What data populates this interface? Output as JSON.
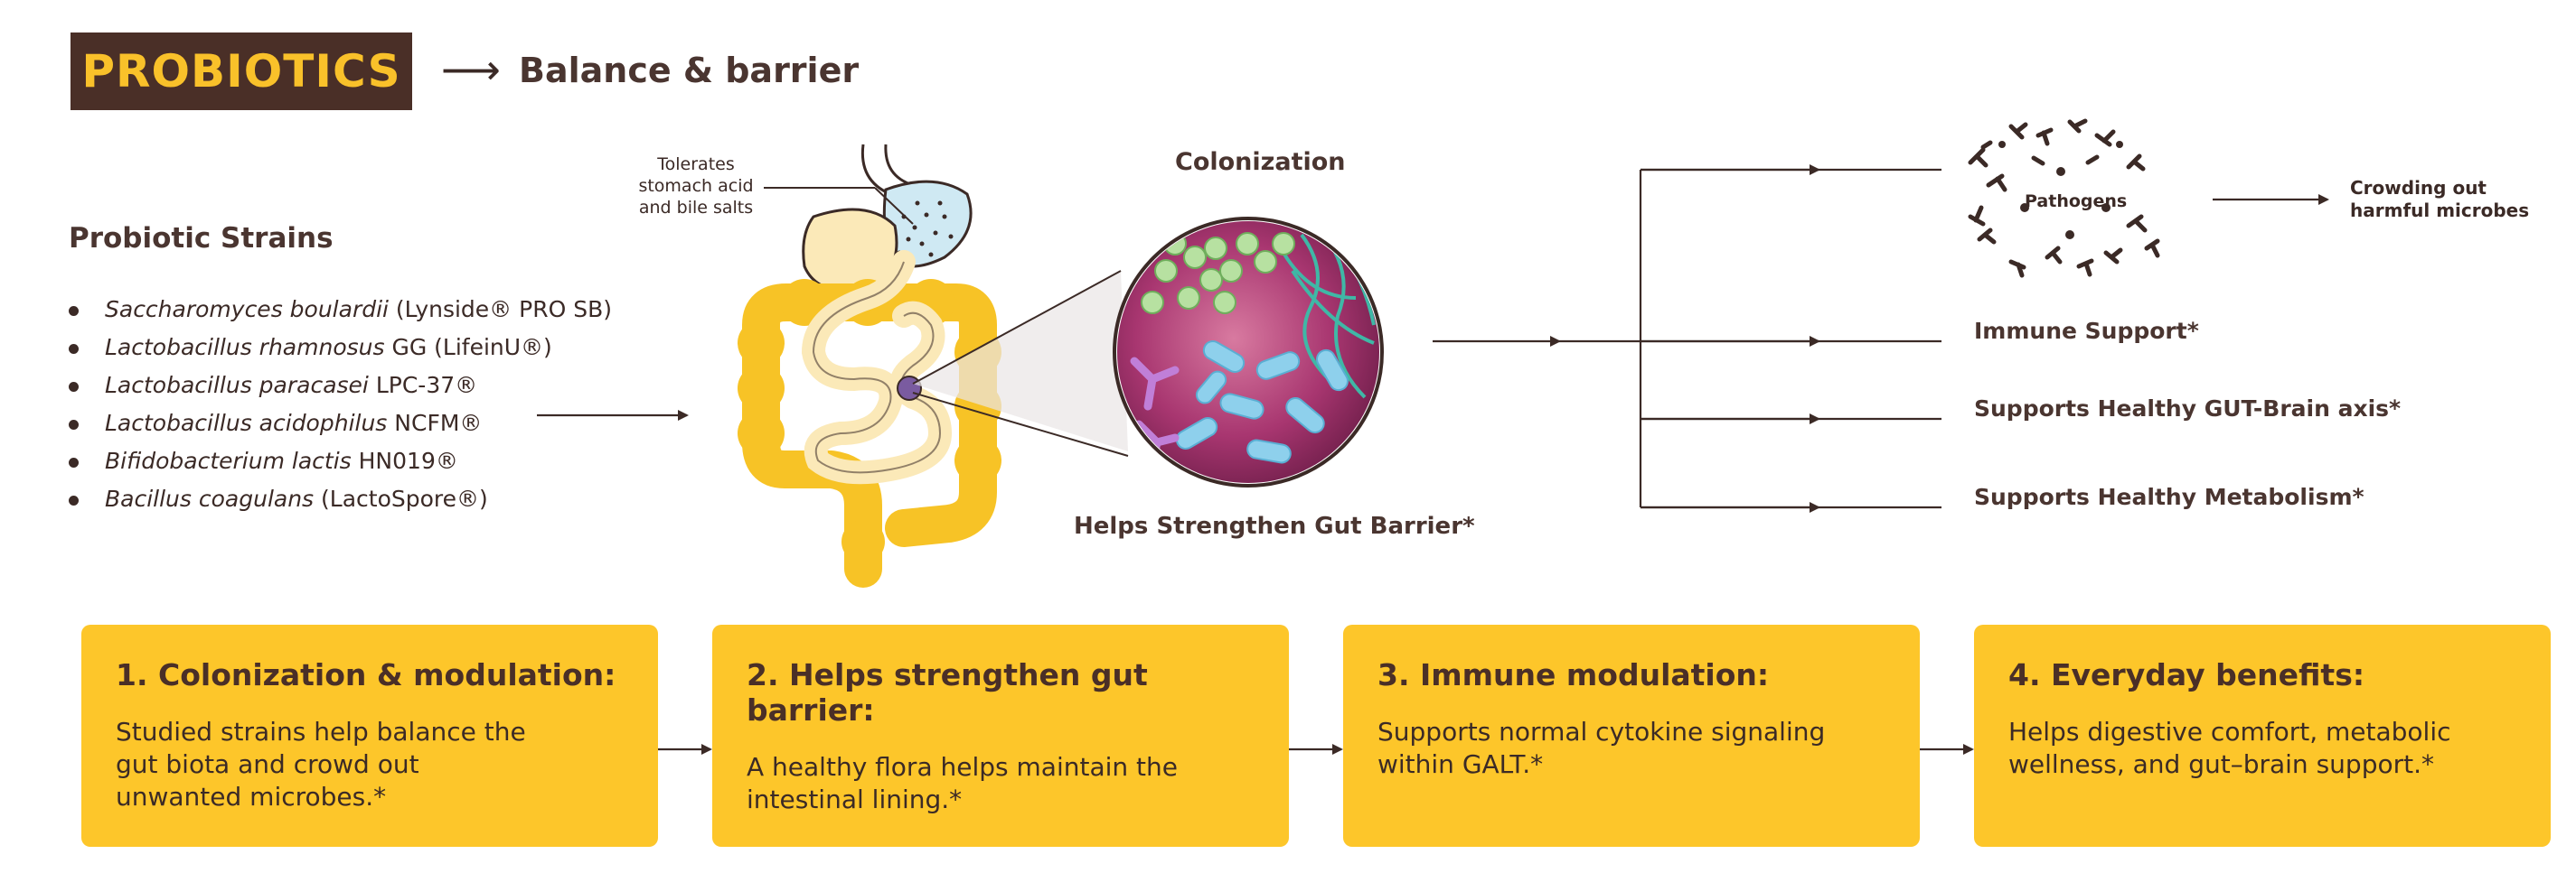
{
  "header": {
    "title": "PROBIOTICS",
    "subtitle": "Balance & barrier"
  },
  "strains": {
    "title": "Probiotic Strains",
    "items": [
      {
        "species": "Saccharomyces boulardii",
        "detail": " (Lynside® PRO SB)"
      },
      {
        "species": "Lactobacillus rhamnosus",
        "detail": " GG (LifeinU®)"
      },
      {
        "species": "Lactobacillus paracasei",
        "detail": " LPC-37®"
      },
      {
        "species": "Lactobacillus acidophilus",
        "detail": " NCFM®"
      },
      {
        "species": "Bifidobacterium lactis",
        "detail": " HN019®"
      },
      {
        "species": "Bacillus coagulans",
        "detail": " (LactoSpore®)"
      }
    ]
  },
  "diagram": {
    "stomach_note_lines": [
      "Tolerates",
      "stomach acid",
      "and bile salts"
    ],
    "colonization_label": "Colonization",
    "gut_barrier_label": "Helps Strengthen Gut Barrier*",
    "pathogens_label": "Pathogens",
    "crowding_lines": [
      "Crowding out",
      "harmful microbes"
    ],
    "outcomes": [
      "Immune Support*",
      "Supports Healthy GUT-Brain axis*",
      "Supports Healthy Metabolism*"
    ]
  },
  "steps": [
    {
      "title": "1. Colonization & modulation:",
      "lines": [
        "Studied strains help balance the",
        "gut biota and crowd out",
        "unwanted microbes.*"
      ]
    },
    {
      "title": "2. Helps strengthen gut barrier:",
      "lines": [
        "A healthy flora helps maintain the",
        "intestinal lining.*"
      ]
    },
    {
      "title": "3. Immune modulation:",
      "lines": [
        "Supports normal cytokine signaling",
        "within GALT.*"
      ]
    },
    {
      "title": "4. Everyday benefits:",
      "lines": [
        "Helps digestive comfort, metabolic",
        "wellness, and gut–brain support.*"
      ]
    }
  ],
  "colors": {
    "brown": "#4a2f27",
    "yellow": "#fdc62a",
    "title_yellow": "#f9c12a",
    "line": "#3b2a26"
  }
}
